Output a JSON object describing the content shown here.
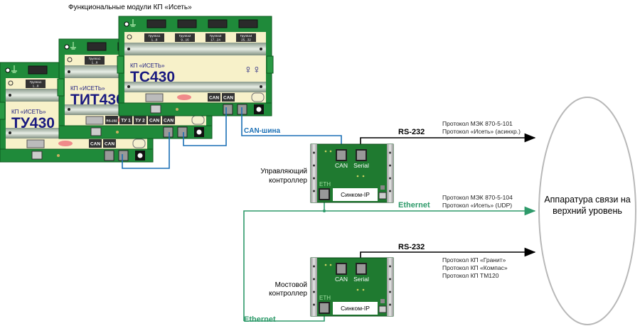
{
  "title": "Функциональные модули КП «Исеть»",
  "modules": [
    {
      "brand": "КП «ИСЕТЬ»",
      "name": "ТУ430",
      "groups": [
        "Группа1\n1...8"
      ],
      "buttons": [
        "CAN",
        "CAN"
      ]
    },
    {
      "brand": "КП «ИСЕТЬ»",
      "name": "ТИТ430",
      "groups": [
        "Группа1\n1...8"
      ],
      "buttons": [
        "RS-232",
        "ТУ 1",
        "ТУ 2",
        "CAN",
        "CAN"
      ]
    },
    {
      "brand": "КП «ИСЕТЬ»",
      "name": "ТС430",
      "groups": [
        "Группа1\n1...8",
        "Группа2\n9...16",
        "Группа3\n17...24",
        "Группа4\n25...32"
      ],
      "buttons": [
        "CAN",
        "CAN"
      ]
    }
  ],
  "can_bus_label": "CAN-шина",
  "controllers": {
    "control": {
      "label_line1": "Управляющий",
      "label_line2": "контроллер",
      "port_can": "CAN",
      "port_serial": "Serial",
      "port_eth": "ETH",
      "device": "Синком-IP"
    },
    "bridge": {
      "label_line1": "Мостовой",
      "label_line2": "контроллер",
      "port_can": "CAN",
      "port_serial": "Serial",
      "port_eth": "ETH",
      "device": "Синком-IP"
    }
  },
  "links": {
    "rs232_top": {
      "label": "RS-232",
      "protocols": [
        "Протокол МЭК 870-5-101",
        "Протокол «Исеть» (асинхр.)"
      ]
    },
    "ethernet": {
      "label": "Ethernet",
      "protocols": [
        "Протокол МЭК 870-5-104",
        "Протокол «Исеть» (UDP)"
      ]
    },
    "rs232_bottom": {
      "label": "RS-232",
      "protocols": [
        "Протокол КП «Гранит»",
        "Протокол КП «Компас»",
        "Протокол КП ТМ120"
      ]
    },
    "ethernet_bottom_label": "Ethernet"
  },
  "upper_level": {
    "line1": "Аппаратура связи на",
    "line2": "верхний уровень"
  },
  "colors": {
    "can": "#1a6fb5",
    "ethernet": "#2e9a6a",
    "rs232": "#000000",
    "module_green": "#1f8a3a",
    "panel": "#f7f1c9",
    "title_blue": "#1a1a80"
  }
}
